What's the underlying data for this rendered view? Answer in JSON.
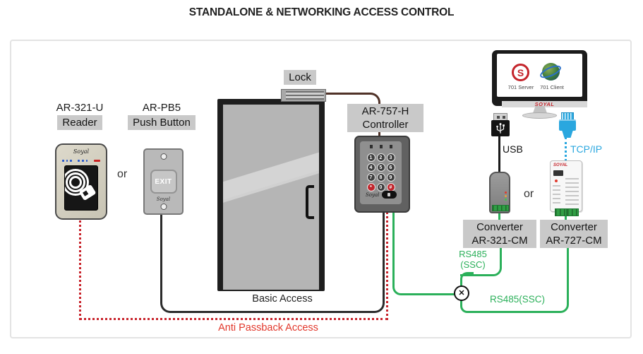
{
  "title": "STANDALONE & NETWORKING ACCESS CONTROL",
  "reader": {
    "model": "AR-321-U",
    "type_label": "Reader",
    "brand": "Soyal"
  },
  "push_button": {
    "model": "AR-PB5",
    "type_label": "Push Button",
    "button_text": "EXIT",
    "brand": "Soyal"
  },
  "or_left": "or",
  "or_right": "or",
  "lock": {
    "label": "Lock"
  },
  "controller": {
    "model": "AR-757-H",
    "type_label": "Controller",
    "brand": "Soyal",
    "keys": [
      "1",
      "2",
      "3",
      "4",
      "5",
      "6",
      "7",
      "8",
      "9",
      "*",
      "0",
      "#"
    ]
  },
  "computer": {
    "server_icon_letter": "S",
    "server_label": "701 Server",
    "client_label": "701 Client",
    "brand": "SOYAL"
  },
  "usb_label": "USB",
  "tcpip_label": "TCP/IP",
  "converter_usb": {
    "type_label": "Converter",
    "model": "AR-321-CM"
  },
  "converter_net": {
    "type_label": "Converter",
    "model": "AR-727-CM",
    "brand": "SOYAL"
  },
  "rs485_left_line1": "RS485",
  "rs485_left_line2": "(SSC)",
  "rs485_bottom": "RS485(SSC)",
  "basic_access": "Basic Access",
  "anti_passback": "Anti Passback Access",
  "junction_symbol": "✕",
  "icons": [
    "usb-icon",
    "rj45-icon",
    "globe-icon",
    "server-logo-icon",
    "contactless-icon",
    "junction-icon"
  ],
  "colors": {
    "green": "#2bb05a",
    "red_line": "#c8232b",
    "red_text": "#e2382c",
    "blue": "#2aa7df",
    "label_bg": "#c9c9c9",
    "brown": "#503228",
    "brand_red": "#c4242b"
  }
}
